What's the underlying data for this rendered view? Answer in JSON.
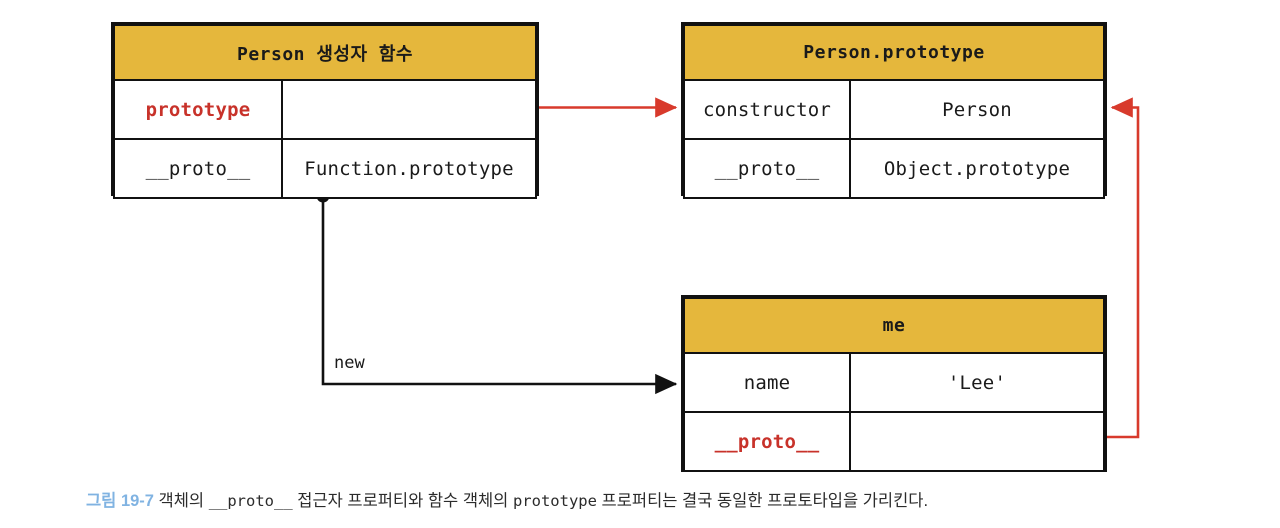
{
  "diagram": {
    "title_text": "객체의 __proto__ 접근자 프로퍼티와 함수 객체의 prototype 프로퍼티는 결국 동일한 프로토타입을 가리킨다.",
    "colors": {
      "header_gold": "#e5b73c",
      "accent_red": "#c8322a",
      "caption_blue": "#80b3e2",
      "line_black": "#111111"
    },
    "tables": [
      {
        "id": "person-constructor",
        "header": "Person 생성자 함수",
        "rows": [
          {
            "key": "prototype",
            "key_accent": true,
            "value": ""
          },
          {
            "key": "__proto__",
            "key_accent": false,
            "value": "Function.prototype"
          }
        ]
      },
      {
        "id": "person-prototype",
        "header": "Person.prototype",
        "rows": [
          {
            "key": "constructor",
            "key_accent": false,
            "value": "Person"
          },
          {
            "key": "__proto__",
            "key_accent": false,
            "value": "Object.prototype"
          }
        ]
      },
      {
        "id": "me-object",
        "header": "me",
        "rows": [
          {
            "key": "name",
            "key_accent": false,
            "value": "'Lee'"
          },
          {
            "key": "__proto__",
            "key_accent": true,
            "value": ""
          }
        ]
      }
    ],
    "edges": [
      {
        "id": "prototype-to-person-prototype",
        "label": "",
        "color": "#c8322a",
        "from": "Person 생성자 함수 prototype",
        "to": "Person.prototype"
      },
      {
        "id": "new-instance",
        "label": "new",
        "color": "#111111",
        "from": "Function.prototype cell",
        "to": "me"
      },
      {
        "id": "me-proto-to-person-prototype",
        "label": "",
        "color": "#c8322a",
        "from": "me __proto__",
        "to": "Person.prototype"
      }
    ]
  },
  "caption": {
    "figure_number": "그림 19-7",
    "part1": " 객체의 ",
    "code1": "__proto__",
    "part2": " 접근자 프로퍼티와 함수 객체의 ",
    "code2": "prototype",
    "part3": " 프로퍼티는 결국 동일한 프로토타입을 가리킨다."
  }
}
